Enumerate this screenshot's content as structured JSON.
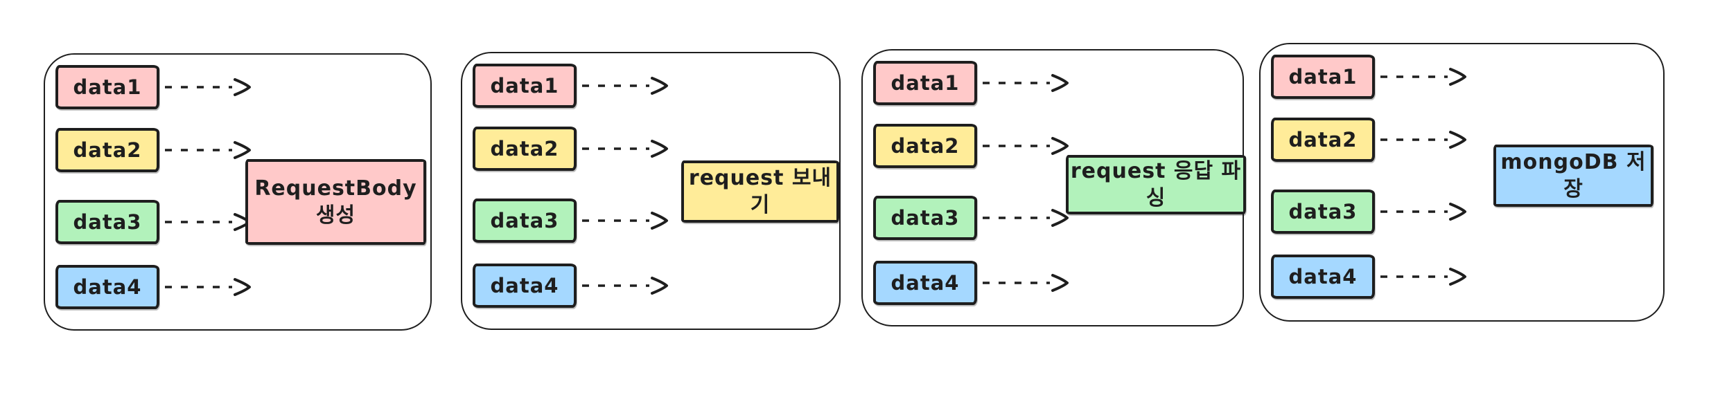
{
  "palette": {
    "stroke": "#1e1e1e",
    "canvas_background": "#ffffff",
    "pink": "#ffc9c9",
    "yellow": "#ffec99",
    "green": "#b2f2bb",
    "blue": "#a5d8ff"
  },
  "panels": [
    {
      "inputs": [
        {
          "label": "data1",
          "color": "#ffc9c9"
        },
        {
          "label": "data2",
          "color": "#ffec99"
        },
        {
          "label": "data3",
          "color": "#b2f2bb"
        },
        {
          "label": "data4",
          "color": "#a5d8ff"
        }
      ],
      "output": {
        "line1": "RequestBody",
        "line2": "생성",
        "color": "#ffc9c9"
      }
    },
    {
      "inputs": [
        {
          "label": "data1",
          "color": "#ffc9c9"
        },
        {
          "label": "data2",
          "color": "#ffec99"
        },
        {
          "label": "data3",
          "color": "#b2f2bb"
        },
        {
          "label": "data4",
          "color": "#a5d8ff"
        }
      ],
      "output": {
        "line1": "request 보내기",
        "color": "#ffec99"
      }
    },
    {
      "inputs": [
        {
          "label": "data1",
          "color": "#ffc9c9"
        },
        {
          "label": "data2",
          "color": "#ffec99"
        },
        {
          "label": "data3",
          "color": "#b2f2bb"
        },
        {
          "label": "data4",
          "color": "#a5d8ff"
        }
      ],
      "output": {
        "line1": "request 응답 파싱",
        "color": "#b2f2bb"
      }
    },
    {
      "inputs": [
        {
          "label": "data1",
          "color": "#ffc9c9"
        },
        {
          "label": "data2",
          "color": "#ffec99"
        },
        {
          "label": "data3",
          "color": "#b2f2bb"
        },
        {
          "label": "data4",
          "color": "#a5d8ff"
        }
      ],
      "output": {
        "line1": "mongoDB 저장",
        "color": "#a5d8ff"
      }
    }
  ]
}
